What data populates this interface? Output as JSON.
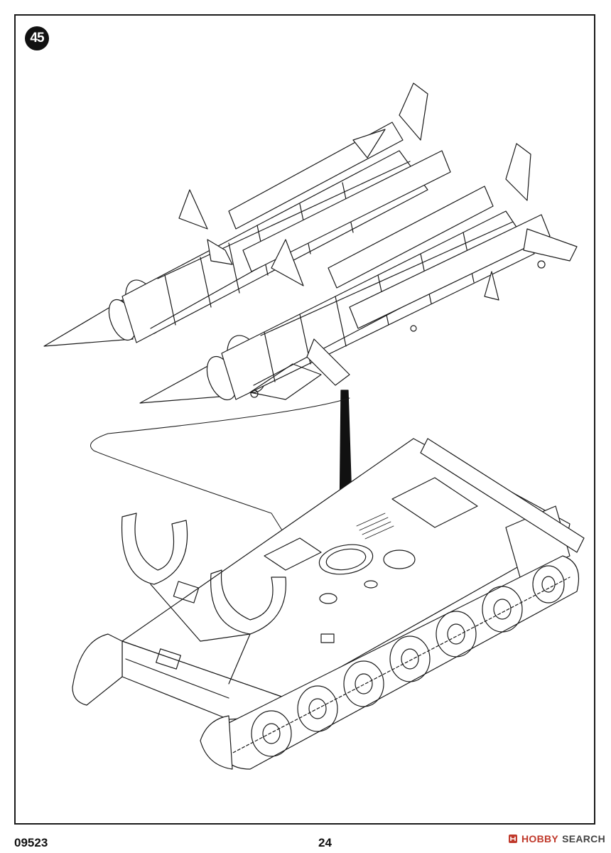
{
  "page": {
    "step_number": "45",
    "product_code": "09523",
    "page_number": "24"
  },
  "watermark": {
    "brand": "HOBBY",
    "suffix": "SEARCH"
  },
  "icons": {
    "step": "step-number-badge",
    "arrow": "assembly-arrow-icon",
    "watermark": "hobby-search-logo-icon"
  },
  "colors": {
    "line": "#1a1a1a",
    "background": "#ffffff",
    "arrow": "#111111",
    "watermark_accent": "#c0392b"
  }
}
